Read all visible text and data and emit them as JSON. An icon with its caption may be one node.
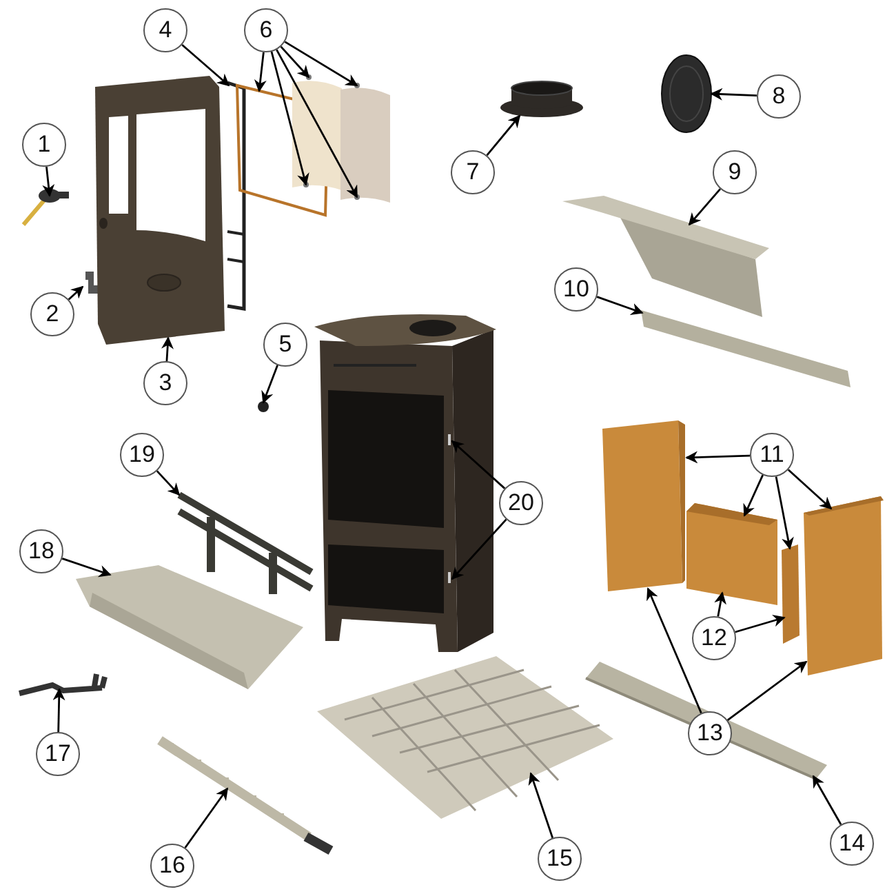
{
  "diagram": {
    "nodes": [
      {
        "text": [
          "1"
        ]
      },
      {
        "text": [
          "2"
        ]
      },
      {
        "text": [
          "3"
        ]
      },
      {
        "text": [
          "4"
        ]
      },
      {
        "text": [
          "5"
        ]
      },
      {
        "text": [
          "6"
        ]
      },
      {
        "text": [
          "7"
        ]
      },
      {
        "text": [
          "8"
        ]
      },
      {
        "text": [
          "9"
        ]
      },
      {
        "text": [
          "10"
        ]
      },
      {
        "text": [
          "11"
        ]
      },
      {
        "text": [
          "12"
        ]
      },
      {
        "text": [
          "13"
        ]
      },
      {
        "text": [
          "14"
        ]
      },
      {
        "text": [
          "15"
        ]
      },
      {
        "text": [
          "16"
        ]
      },
      {
        "text": [
          "17"
        ]
      },
      {
        "text": [
          "18"
        ]
      },
      {
        "text": [
          "19"
        ]
      },
      {
        "text": [
          "20"
        ]
      },
      {
        "text": [],
        "shape": "picture"
      },
      {
        "text": [],
        "shape": "picture"
      },
      {
        "text": [],
        "shape": "picture"
      },
      {
        "text": [],
        "shape": "picture"
      },
      {
        "text": [],
        "shape": "picture"
      },
      {
        "text": [],
        "shape": "picture"
      },
      {
        "text": [],
        "shape": "picture"
      },
      {
        "text": [],
        "shape": "circle"
      },
      {
        "text": [],
        "shape": "cylinder"
      },
      {
        "text": [],
        "shape": "picture"
      },
      {
        "text": [],
        "shape": "picture"
      },
      {
        "text": [],
        "shape": "bar"
      },
      {
        "text": [],
        "shape": "picture"
      },
      {
        "text": [],
        "shape": "box"
      },
      {
        "text": [],
        "shape": "box"
      },
      {
        "text": [],
        "shape": "box"
      },
      {
        "text": [],
        "shape": "box"
      },
      {
        "text": [],
        "shape": "picture"
      },
      {
        "text": [],
        "shape": "picture"
      },
      {
        "text": [],
        "shape": "picture"
      },
      {
        "text": [],
        "shape": "picture"
      },
      {
        "text": [],
        "shape": "picture"
      },
      {
        "text": [],
        "shape": "picture"
      }
    ],
    "edges": [
      {
        "from": 0,
        "to": 20,
        "arrow": "to"
      },
      {
        "from": 1,
        "to": 21,
        "arrow": "to"
      },
      {
        "from": 2,
        "to": 23,
        "arrow": "to"
      },
      {
        "from": 3,
        "to": 22,
        "arrow": "to"
      },
      {
        "from": 4,
        "to": 27,
        "arrow": "to"
      },
      {
        "from": 5,
        "to": 24,
        "arrow": "to"
      },
      {
        "from": 5,
        "to": 25,
        "arrow": "to"
      },
      {
        "from": 5,
        "to": 26,
        "arrow": "to"
      },
      {
        "from": 5,
        "to": 25,
        "arrow": "to"
      },
      {
        "from": 5,
        "to": 26,
        "arrow": "to"
      },
      {
        "from": 6,
        "to": 28,
        "arrow": "to"
      },
      {
        "from": 7,
        "to": 29,
        "arrow": "to"
      },
      {
        "from": 8,
        "to": 30,
        "arrow": "to"
      },
      {
        "from": 9,
        "to": 31,
        "arrow": "to"
      },
      {
        "from": 10,
        "to": 33,
        "arrow": "to"
      },
      {
        "from": 10,
        "to": 34,
        "arrow": "to"
      },
      {
        "from": 10,
        "to": 35,
        "arrow": "to"
      },
      {
        "from": 10,
        "to": 36,
        "arrow": "to"
      },
      {
        "from": 11,
        "to": 34,
        "arrow": "to"
      },
      {
        "from": 11,
        "to": 35,
        "arrow": "to"
      },
      {
        "from": 12,
        "to": 33,
        "arrow": "to"
      },
      {
        "from": 12,
        "to": 36,
        "arrow": "to"
      },
      {
        "from": 13,
        "to": 42,
        "arrow": "to"
      },
      {
        "from": 14,
        "to": 41,
        "arrow": "to"
      },
      {
        "from": 15,
        "to": 40,
        "arrow": "to"
      },
      {
        "from": 16,
        "to": 39,
        "arrow": "to"
      },
      {
        "from": 17,
        "to": 38,
        "arrow": "to"
      },
      {
        "from": 18,
        "to": 37,
        "arrow": "to"
      },
      {
        "from": 19,
        "to": 32,
        "arrow": "to"
      },
      {
        "from": 19,
        "to": 32,
        "arrow": "to"
      }
    ]
  }
}
